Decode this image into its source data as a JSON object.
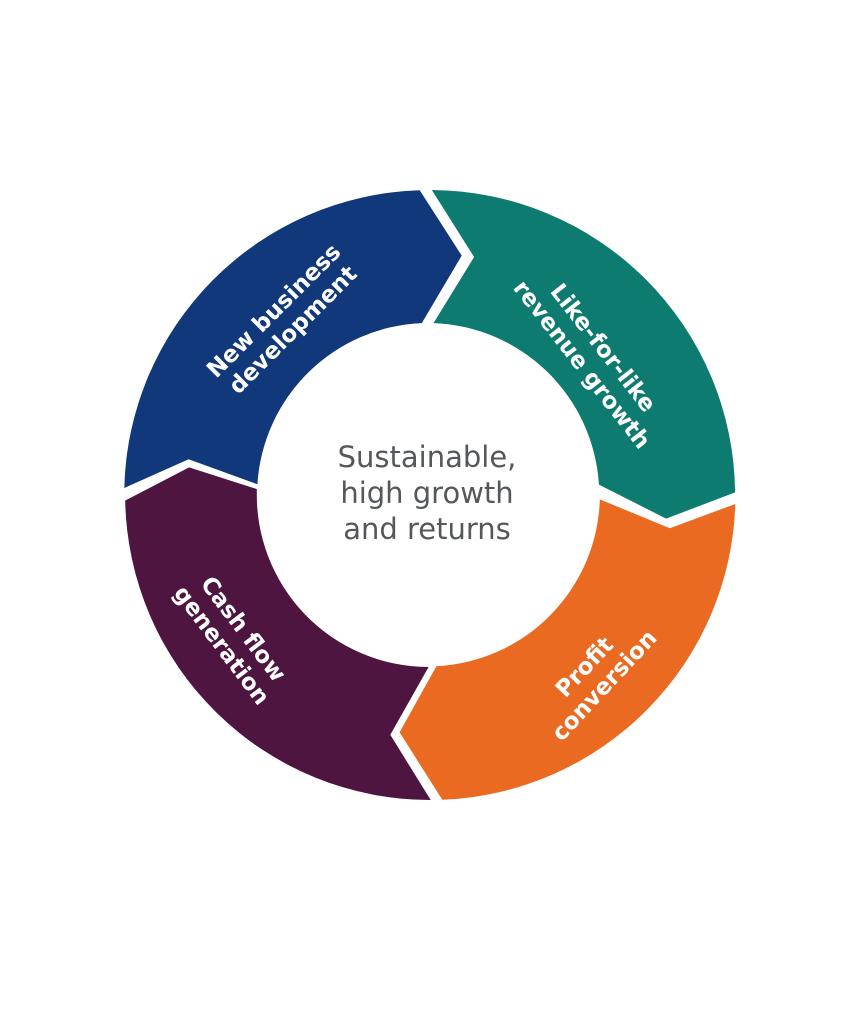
{
  "center": {
    "lines": [
      "Sustainable,",
      "high growth",
      "and returns"
    ]
  },
  "segments": [
    {
      "id": "new-business-development",
      "lines": [
        "New business",
        "development"
      ],
      "color": "#10387a"
    },
    {
      "id": "like-for-like-revenue-growth",
      "lines": [
        "Like-for-like",
        "revenue growth"
      ],
      "color": "#0e7b71"
    },
    {
      "id": "profit-conversion",
      "lines": [
        "Profit",
        "conversion"
      ],
      "color": "#ea6a21"
    },
    {
      "id": "cash-flow-generation",
      "lines": [
        "Cash flow",
        "generation"
      ],
      "color": "#4d1540"
    }
  ],
  "colors": {
    "center_text": "#55585b",
    "background": "#ffffff"
  }
}
